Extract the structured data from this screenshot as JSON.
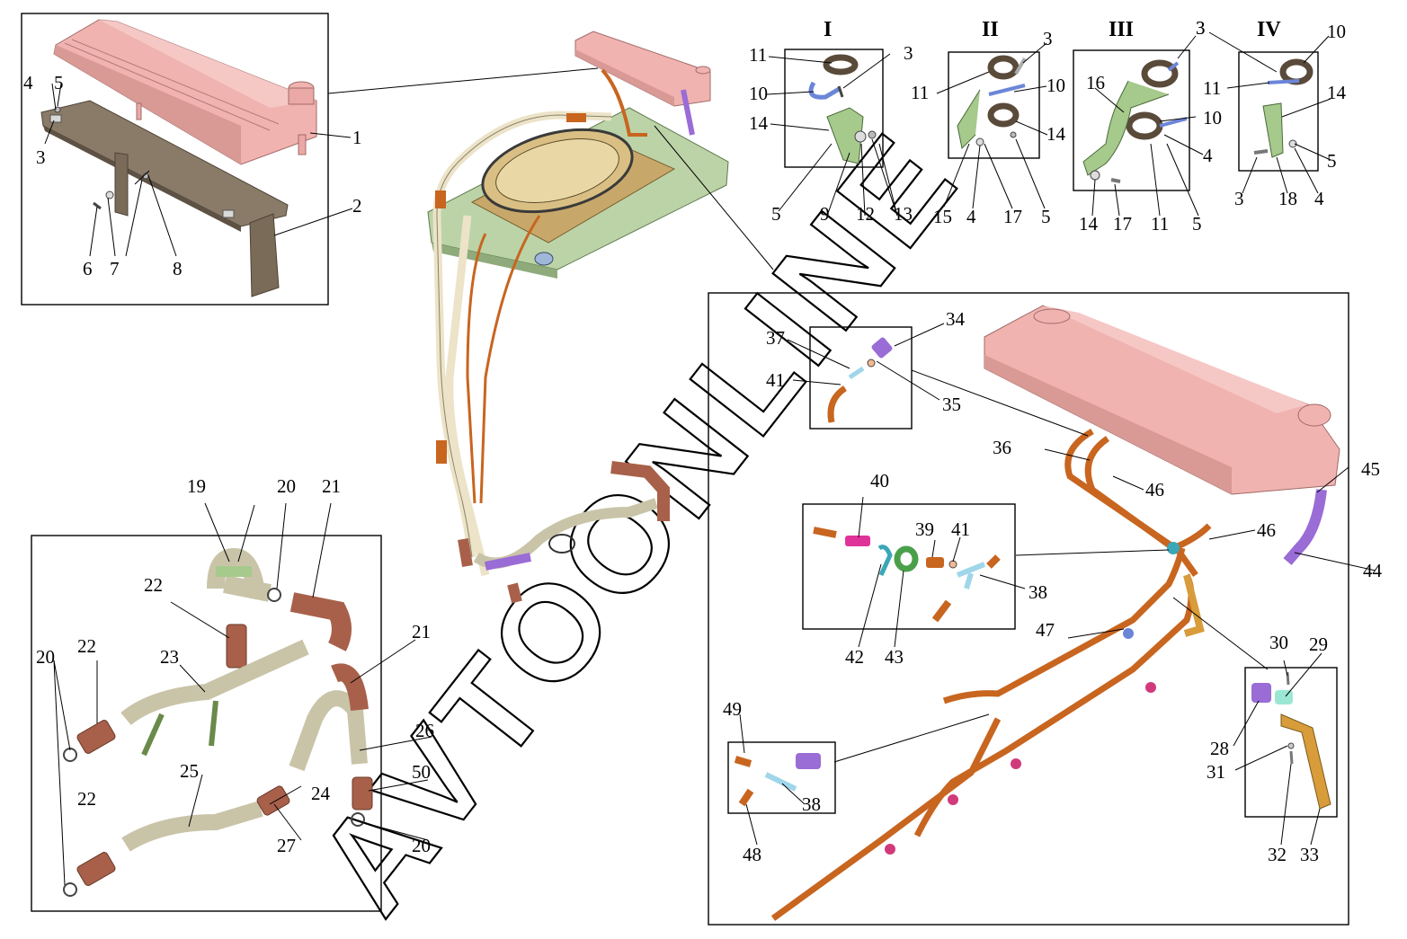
{
  "roman_labels": [
    "I",
    "II",
    "III",
    "IV"
  ],
  "watermark": "AVTOONLINE",
  "callouts": [
    {
      "id": "c1",
      "text": "1"
    },
    {
      "id": "c2",
      "text": "2"
    },
    {
      "id": "c3a",
      "text": "3"
    },
    {
      "id": "c4a",
      "text": "4"
    },
    {
      "id": "c5a",
      "text": "5"
    },
    {
      "id": "c6",
      "text": "6"
    },
    {
      "id": "c7",
      "text": "7"
    },
    {
      "id": "c8",
      "text": "8"
    },
    {
      "id": "c11a",
      "text": "11"
    },
    {
      "id": "c10a",
      "text": "10"
    },
    {
      "id": "c14a",
      "text": "14"
    },
    {
      "id": "c3b",
      "text": "3"
    },
    {
      "id": "c5b",
      "text": "5"
    },
    {
      "id": "c9",
      "text": "9"
    },
    {
      "id": "c12",
      "text": "12"
    },
    {
      "id": "c13",
      "text": "13"
    },
    {
      "id": "c3c",
      "text": "3"
    },
    {
      "id": "c11b",
      "text": "11"
    },
    {
      "id": "c10b",
      "text": "10"
    },
    {
      "id": "c14b",
      "text": "14"
    },
    {
      "id": "c15",
      "text": "15"
    },
    {
      "id": "c4b",
      "text": "4"
    },
    {
      "id": "c17a",
      "text": "17"
    },
    {
      "id": "c5c",
      "text": "5"
    },
    {
      "id": "c16",
      "text": "16"
    },
    {
      "id": "c3d",
      "text": "3"
    },
    {
      "id": "c10c",
      "text": "10"
    },
    {
      "id": "c4c",
      "text": "4"
    },
    {
      "id": "c14c",
      "text": "14"
    },
    {
      "id": "c17b",
      "text": "17"
    },
    {
      "id": "c11c",
      "text": "11"
    },
    {
      "id": "c5d",
      "text": "5"
    },
    {
      "id": "c3e",
      "text": "3"
    },
    {
      "id": "c10d",
      "text": "10"
    },
    {
      "id": "c11d",
      "text": "11"
    },
    {
      "id": "c14d",
      "text": "14"
    },
    {
      "id": "c5e",
      "text": "5"
    },
    {
      "id": "c3f",
      "text": "3"
    },
    {
      "id": "c18",
      "text": "18"
    },
    {
      "id": "c4d",
      "text": "4"
    },
    {
      "id": "c19",
      "text": "19"
    },
    {
      "id": "c20a",
      "text": "20"
    },
    {
      "id": "c21a",
      "text": "21"
    },
    {
      "id": "c22a",
      "text": "22"
    },
    {
      "id": "c20b",
      "text": "20"
    },
    {
      "id": "c22b",
      "text": "22"
    },
    {
      "id": "c23",
      "text": "23"
    },
    {
      "id": "c21b",
      "text": "21"
    },
    {
      "id": "c26",
      "text": "26"
    },
    {
      "id": "c50",
      "text": "50"
    },
    {
      "id": "c25",
      "text": "25"
    },
    {
      "id": "c24",
      "text": "24"
    },
    {
      "id": "c27",
      "text": "27"
    },
    {
      "id": "c22c",
      "text": "22"
    },
    {
      "id": "c20c",
      "text": "20"
    },
    {
      "id": "c34",
      "text": "34"
    },
    {
      "id": "c37",
      "text": "37"
    },
    {
      "id": "c41a",
      "text": "41"
    },
    {
      "id": "c35",
      "text": "35"
    },
    {
      "id": "c36",
      "text": "36"
    },
    {
      "id": "c46a",
      "text": "46"
    },
    {
      "id": "c45",
      "text": "45"
    },
    {
      "id": "c44",
      "text": "44"
    },
    {
      "id": "c40",
      "text": "40"
    },
    {
      "id": "c39",
      "text": "39"
    },
    {
      "id": "c41b",
      "text": "41"
    },
    {
      "id": "c46b",
      "text": "46"
    },
    {
      "id": "c38a",
      "text": "38"
    },
    {
      "id": "c42",
      "text": "42"
    },
    {
      "id": "c43",
      "text": "43"
    },
    {
      "id": "c47",
      "text": "47"
    },
    {
      "id": "c30",
      "text": "30"
    },
    {
      "id": "c29",
      "text": "29"
    },
    {
      "id": "c28",
      "text": "28"
    },
    {
      "id": "c31",
      "text": "31"
    },
    {
      "id": "c32",
      "text": "32"
    },
    {
      "id": "c33",
      "text": "33"
    },
    {
      "id": "c49",
      "text": "49"
    },
    {
      "id": "c38b",
      "text": "38"
    },
    {
      "id": "c48",
      "text": "48"
    }
  ],
  "colors": {
    "tank": "#f0b3b0",
    "tank_dark": "#c98a88",
    "bracket": "#8a7a68",
    "bracket_dark": "#5e5244",
    "hose_orange": "#c8651f",
    "hose_cream": "#ece3c8",
    "hose_brown": "#a8604a",
    "hose_sage": "#c9c4a8",
    "heater_green": "#bcd3a8",
    "purple": "#9a6cd6",
    "blue_clip": "#6b86d8",
    "green_clip": "#a6c98c",
    "dark_clamp": "#5a4a3a",
    "magenta": "#e0339a",
    "teal": "#3aa7b8",
    "green_ring": "#4aa04a",
    "light_blue": "#9fd6ea",
    "yellow_bracket": "#d89c3a",
    "mint": "#9be7d3"
  }
}
